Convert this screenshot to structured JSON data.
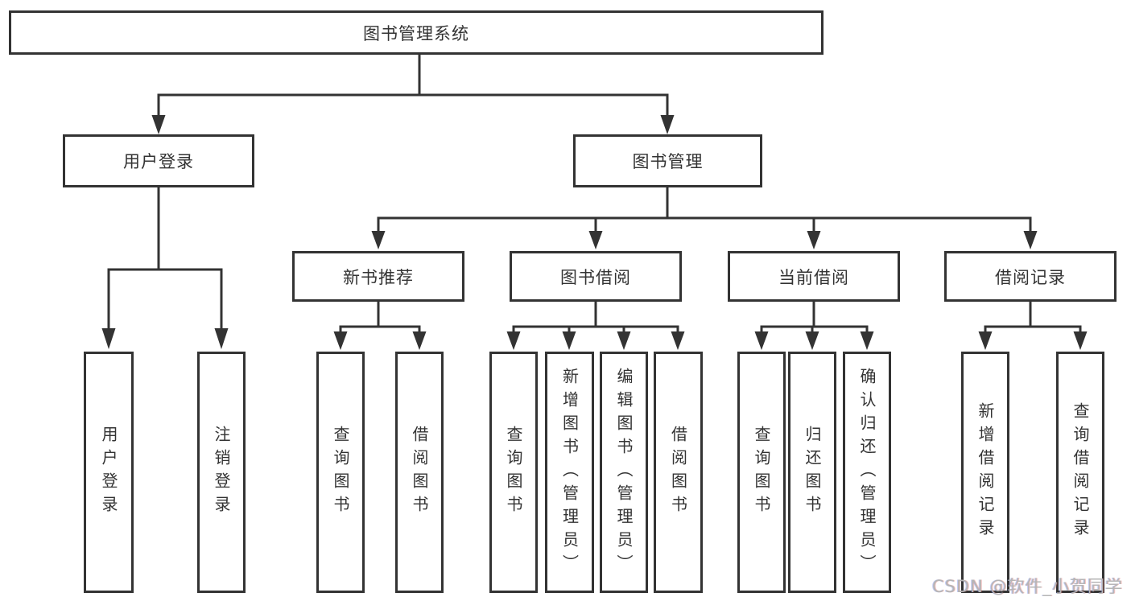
{
  "diagram": {
    "root": {
      "label": "图书管理系统"
    },
    "branches": [
      {
        "label": "用户登录",
        "children": [
          {
            "label": "用户登录"
          },
          {
            "label": "注销登录"
          }
        ]
      },
      {
        "label": "图书管理",
        "children": [
          {
            "label": "新书推荐",
            "children": [
              {
                "label": "查询图书"
              },
              {
                "label": "借阅图书"
              }
            ]
          },
          {
            "label": "图书借阅",
            "children": [
              {
                "label": "查询图书"
              },
              {
                "label": "新增图书（管理员）"
              },
              {
                "label": "编辑图书（管理员）"
              },
              {
                "label": "借阅图书"
              }
            ]
          },
          {
            "label": "当前借阅",
            "children": [
              {
                "label": "查询图书"
              },
              {
                "label": "归还图书"
              },
              {
                "label": "确认归还（管理员）"
              }
            ]
          },
          {
            "label": "借阅记录",
            "children": [
              {
                "label": "新增借阅记录"
              },
              {
                "label": "查询借阅记录"
              }
            ]
          }
        ]
      }
    ]
  },
  "watermark": {
    "text": "CSDN @软件_小贺同学"
  },
  "colors": {
    "line": "#333333",
    "border": "#333333",
    "text": "#333333",
    "watermark": "#b5b5b5",
    "background": "#ffffff"
  }
}
